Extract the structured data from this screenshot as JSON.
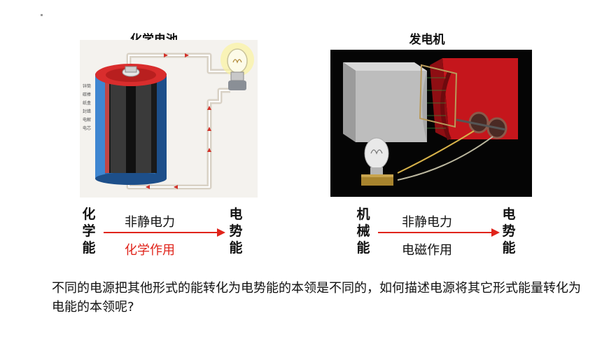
{
  "slide": {
    "left_panel": {
      "title": "化学电池",
      "battery_labels": [
        "锌筒",
        "碳棒",
        "纸盒",
        "封蜡",
        "电解",
        "电芯"
      ],
      "source_label": "化\n学\n能",
      "target_label": "电\n势\n能",
      "force_label": "非静电力",
      "action_label": "化学作用",
      "action_color": "#e0241b"
    },
    "right_panel": {
      "title": "发电机",
      "source_label": "机\n械\n能",
      "target_label": "电\n势\n能",
      "force_label": "非静电力",
      "action_label": "电磁作用"
    },
    "question": "不同的电源把其他形式的能转化为电势能的本领是不同的，如何描述电源将其它形式能量转化为电能的本领呢?",
    "colors": {
      "arrow": "#e0241b",
      "text": "#111111"
    }
  }
}
